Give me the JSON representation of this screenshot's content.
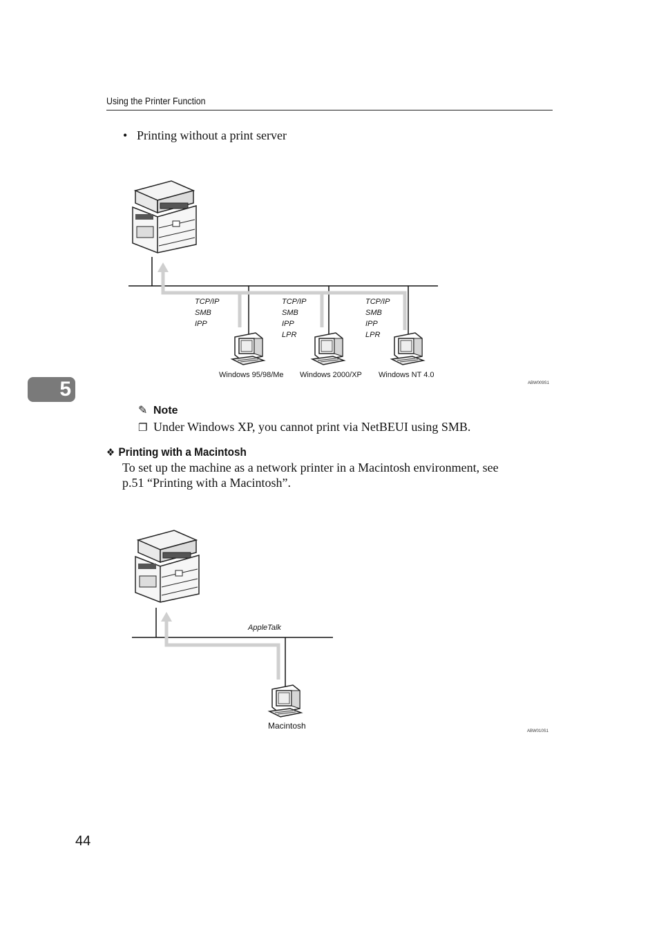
{
  "header": {
    "title": "Using the Printer Function"
  },
  "bullet_item": "Printing without a print server",
  "chapter_tab": "5",
  "diagram1": {
    "protocols": [
      [
        "TCP/IP",
        "SMB",
        "IPP"
      ],
      [
        "TCP/IP",
        "SMB",
        "IPP",
        "LPR"
      ],
      [
        "TCP/IP",
        "SMB",
        "IPP",
        "LPR"
      ]
    ],
    "clients": [
      "Windows 95/98/Me",
      "Windows 2000/XP",
      "Windows NT 4.0"
    ],
    "figure_id": "ABW009S1"
  },
  "note": {
    "heading": "Note",
    "item": "Under Windows XP, you cannot print via NetBEUI using SMB."
  },
  "section": {
    "heading": "Printing with a Macintosh",
    "body_line1": "To set up the machine as a network printer in a Macintosh environment, see",
    "body_line2": "p.51 “Printing with a Macintosh”."
  },
  "diagram2": {
    "protocol": "AppleTalk",
    "client": "Macintosh",
    "figure_id": "ABW010S1"
  },
  "page_number": "44"
}
